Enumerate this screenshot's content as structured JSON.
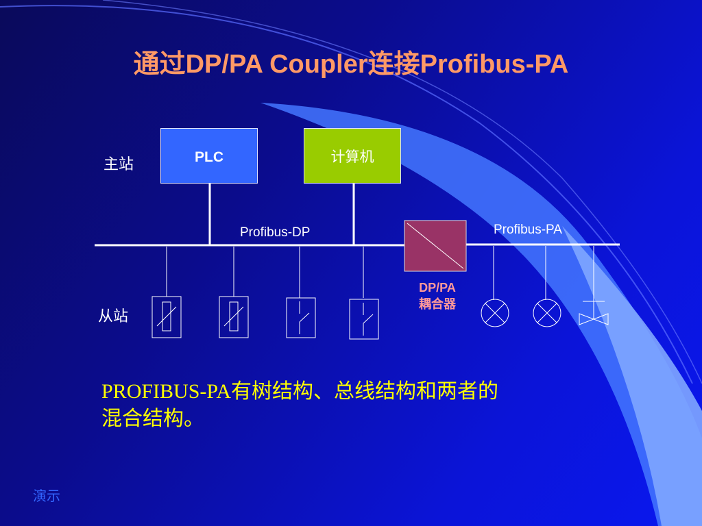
{
  "title": "通过DP/PA Coupler连接Profibus-PA",
  "nodes": {
    "plc": "PLC",
    "computer": "计算机"
  },
  "labels": {
    "master": "主站",
    "slave": "从站",
    "profibus_dp": "Profibus-DP",
    "profibus_pa": "Profibus-PA",
    "coupler_line1": "DP/PA",
    "coupler_line2": "耦合器"
  },
  "body_text": {
    "line1": "PROFIBUS-PA有树结构、总线结构和两者的",
    "line2": "混合结构。"
  },
  "demo_link": "演示",
  "colors": {
    "title": "#ff9966",
    "plc_fill": "#3366ff",
    "computer_fill": "#99cc00",
    "coupler_fill": "#993366",
    "coupler_label": "#ff9999",
    "body_text": "#ffff00",
    "demo_link": "#3366ff",
    "bus_line": "#ffffff"
  }
}
